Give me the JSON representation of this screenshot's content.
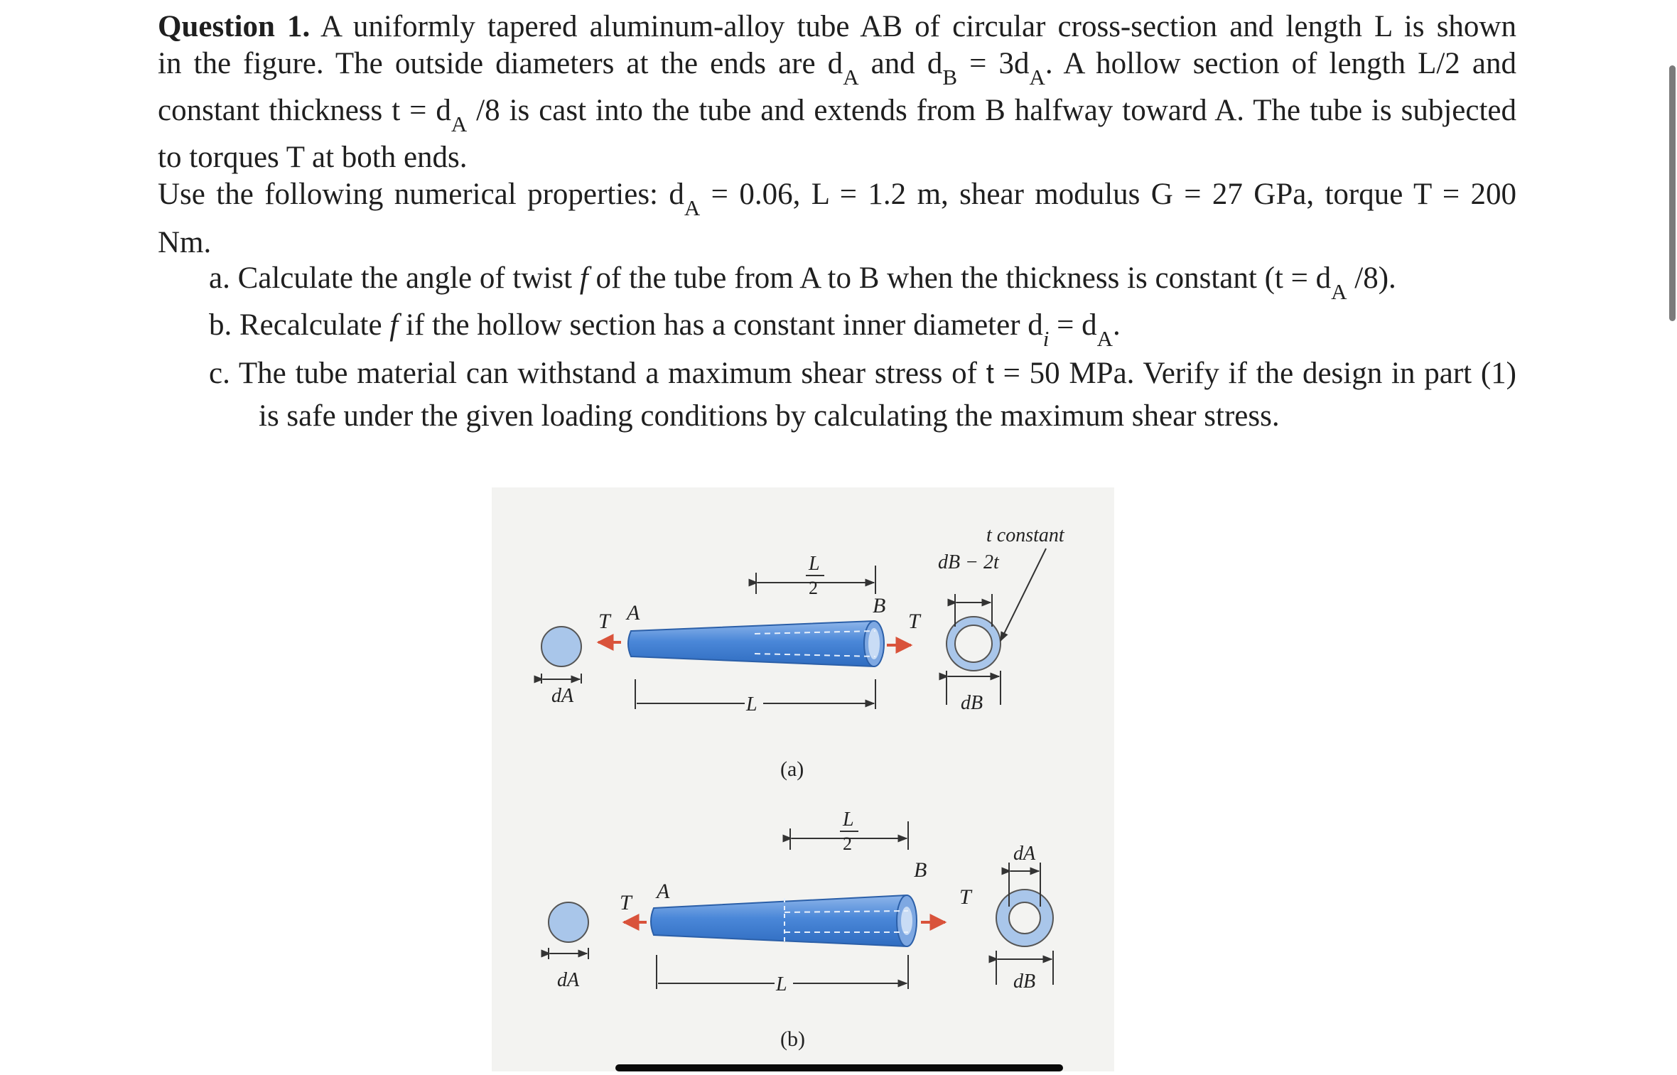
{
  "question": {
    "label": "Question 1.",
    "l1": "A uniformly tapered aluminum-alloy tube AB of circular cross-section and length L is shown",
    "l2_a": "in the figure. The outside diameters at the ends are d",
    "l2_b": " and d",
    "l2_c": " = 3d",
    "l2_d": ". A hollow section of length L/2 and",
    "l3_a": "constant thickness t = d",
    "l3_b": " /8 is cast into the tube and extends from B halfway toward A. The tube is subjected",
    "l4": "to torques T at both ends.",
    "l5_a": "Use the following numerical properties: d",
    "l5_b": " = 0.06, L = 1.2 m, shear modulus G = 27 GPa, torque T = 200",
    "l6": "Nm.",
    "sub_A": "A",
    "sub_B": "B",
    "sub_i": "i"
  },
  "parts": {
    "a_pre": "a. Calculate the angle of twist ",
    "a_sym": "f",
    "a_mid": " of the tube from A to B when the thickness is constant (t = d",
    "a_end": " /8).",
    "b_pre": "b. Recalculate ",
    "b_sym": "f",
    "b_mid": " if the hollow section has a constant inner diameter d",
    "b_eq": " = d",
    "b_end": ".",
    "c_pre": "c. The tube material can withstand a maximum shear stress of ",
    "c_sym": "t",
    "c_end": " = 50 MPa. Verify if the design in part (1)",
    "c_line2": "is safe under the given loading conditions by calculating the maximum shear stress."
  },
  "figure": {
    "t_constant": "t constant",
    "dB_minus_2t": "dB − 2t",
    "L": "L",
    "two": "2",
    "A": "A",
    "B": "B",
    "T": "T",
    "dA": "dA",
    "dB": "dB",
    "cap_a": "(a)",
    "cap_b": "(b)"
  },
  "colors": {
    "tube_blue": "#4a87d8",
    "tube_light": "#a9c6ea",
    "arrow_red": "#d9533b"
  }
}
